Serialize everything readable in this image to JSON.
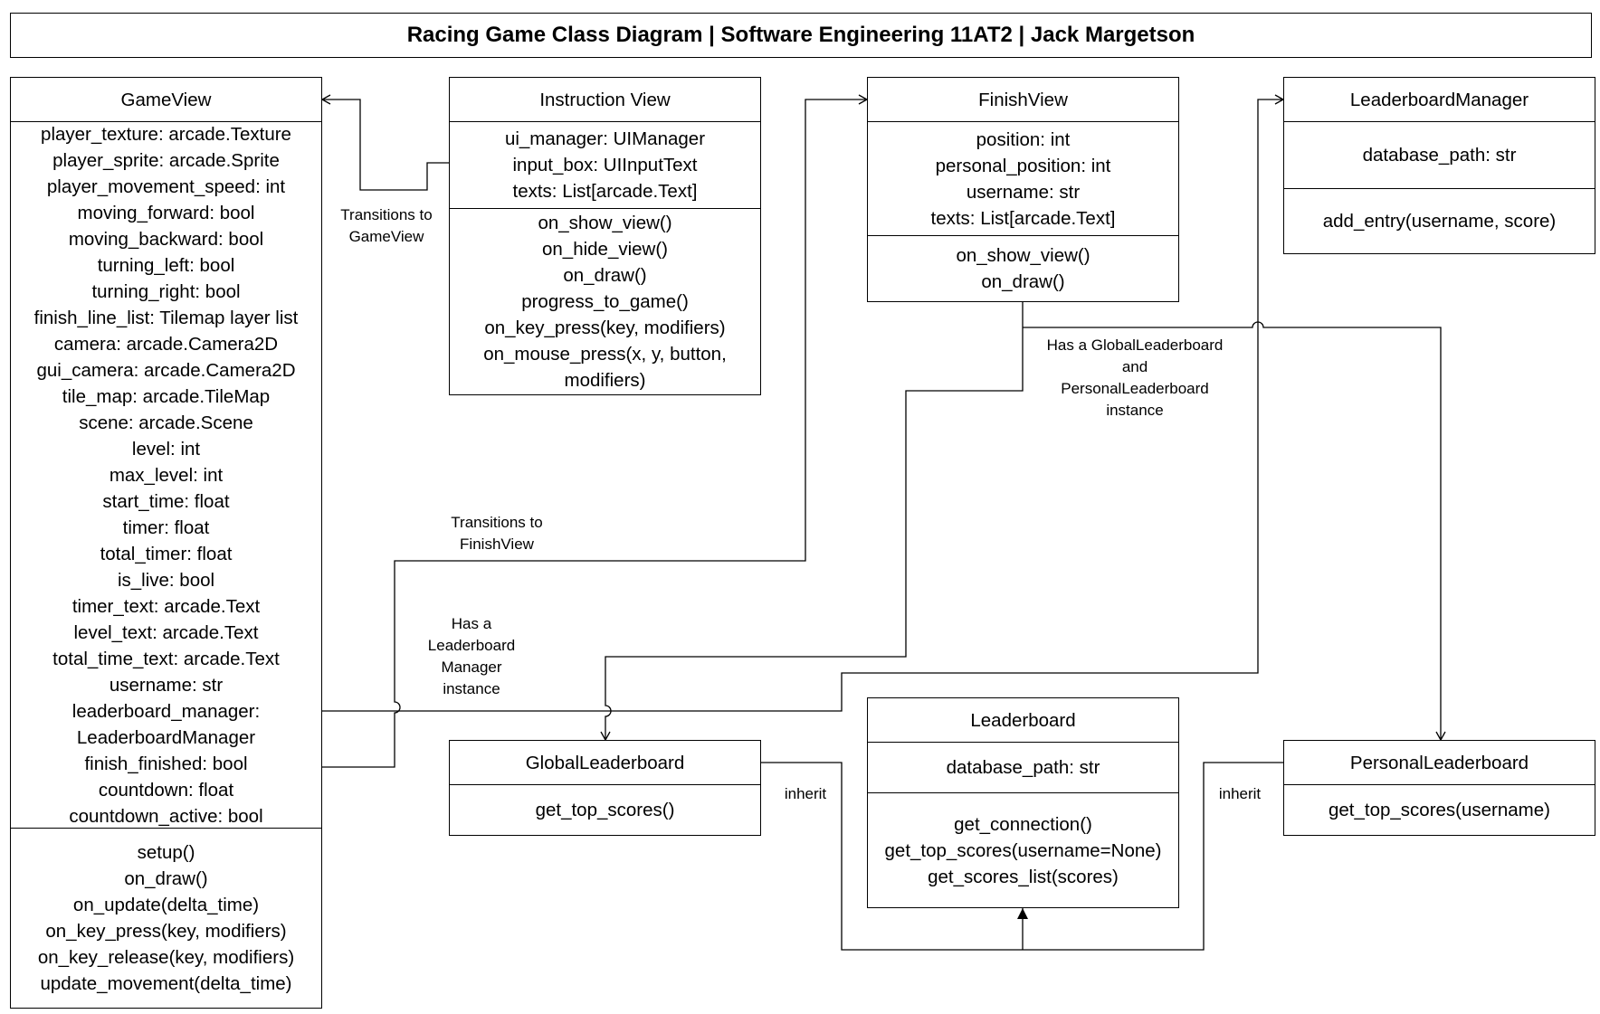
{
  "title": "Racing Game Class Diagram | Software Engineering 11AT2 | Jack Margetson",
  "classes": {
    "game_view": {
      "name": "GameView",
      "attributes": [
        "player_texture: arcade.Texture",
        "player_sprite: arcade.Sprite",
        "player_movement_speed: int",
        "moving_forward: bool",
        "moving_backward: bool",
        "turning_left: bool",
        "turning_right: bool",
        "finish_line_list: Tilemap layer list",
        "camera: arcade.Camera2D",
        "gui_camera: arcade.Camera2D",
        "tile_map: arcade.TileMap",
        "scene: arcade.Scene",
        "level: int",
        "max_level: int",
        "start_time: float",
        "timer: float",
        "total_timer: float",
        "is_live: bool",
        "timer_text: arcade.Text",
        "level_text: arcade.Text",
        "total_time_text: arcade.Text",
        "username: str",
        "leaderboard_manager:",
        "LeaderboardManager",
        "finish_finished: bool",
        "countdown: float",
        "countdown_active: bool"
      ],
      "methods": [
        "setup()",
        "on_draw()",
        "on_update(delta_time)",
        "on_key_press(key, modifiers)",
        "on_key_release(key, modifiers)",
        "update_movement(delta_time)"
      ]
    },
    "instruction_view": {
      "name": "Instruction View",
      "attributes": [
        "ui_manager: UIManager",
        "input_box: UIInputText",
        "texts: List[arcade.Text]"
      ],
      "methods": [
        "on_show_view()",
        "on_hide_view()",
        "on_draw()",
        "progress_to_game()",
        "on_key_press(key, modifiers)",
        "on_mouse_press(x, y, button,",
        "modifiers)"
      ]
    },
    "finish_view": {
      "name": "FinishView",
      "attributes": [
        "position: int",
        "personal_position: int",
        "username: str",
        "texts: List[arcade.Text]"
      ],
      "methods": [
        "on_show_view()",
        "on_draw()"
      ]
    },
    "leaderboard_manager": {
      "name": "LeaderboardManager",
      "attributes": [
        "database_path: str"
      ],
      "methods": [
        "add_entry(username, score)"
      ]
    },
    "global_leaderboard": {
      "name": "GlobalLeaderboard",
      "methods": [
        "get_top_scores()"
      ]
    },
    "leaderboard": {
      "name": "Leaderboard",
      "attributes": [
        "database_path: str"
      ],
      "methods": [
        "get_connection()",
        "get_top_scores(username=None)",
        "get_scores_list(scores)"
      ]
    },
    "personal_leaderboard": {
      "name": "PersonalLeaderboard",
      "methods": [
        "get_top_scores(username)"
      ]
    }
  },
  "labels": {
    "transitions_to_gameview": [
      "Transitions to",
      "GameView"
    ],
    "transitions_to_finishview": [
      "Transitions to",
      "FinishView"
    ],
    "has_leaderboard_manager": [
      "Has a",
      "Leaderboard",
      "Manager",
      "instance"
    ],
    "has_global_personal": [
      "Has a GlobalLeaderboard",
      "and",
      "PersonalLeaderboard",
      "instance"
    ],
    "inherit_left": "inherit",
    "inherit_right": "inherit"
  }
}
